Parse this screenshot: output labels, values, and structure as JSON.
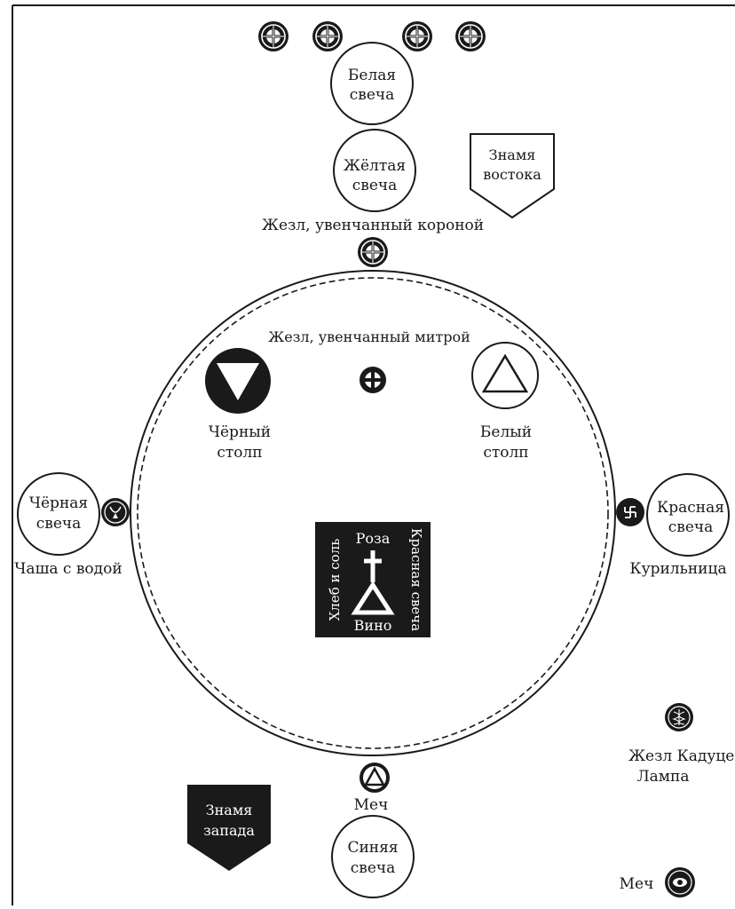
{
  "diagram": {
    "white_candle": [
      "Белая",
      "свеча"
    ],
    "yellow_candle": [
      "Жёлтая",
      "свеча"
    ],
    "east_banner": [
      "Знамя",
      "востока"
    ],
    "crown_wand_label": "Жезл, увенчанный короной",
    "mitre_wand_label": "Жезл, увенчанный митрой",
    "black_pillar": [
      "Чёрный",
      "столп"
    ],
    "white_pillar": [
      "Белый",
      "столп"
    ],
    "black_candle": [
      "Чёрная",
      "свеча"
    ],
    "water_cup_label": "Чаша с водой",
    "red_candle": [
      "Красная",
      "свеча"
    ],
    "censer_label": "Курильница",
    "altar": {
      "rose": "Роза",
      "wine": "Вино",
      "bread_salt": "Хлеб и соль",
      "red_candle": "Красная свеча"
    },
    "caduceus_label": "Жезл Кадуцея",
    "lamp_label": "Лампа",
    "sword_label": "Меч",
    "west_banner": [
      "Знамя",
      "запада"
    ],
    "blue_candle": [
      "Синяя",
      "свеча"
    ],
    "sword_right_label": "Меч"
  },
  "colors": {
    "ink": "#1a1a1a",
    "paper": "#ffffff"
  }
}
